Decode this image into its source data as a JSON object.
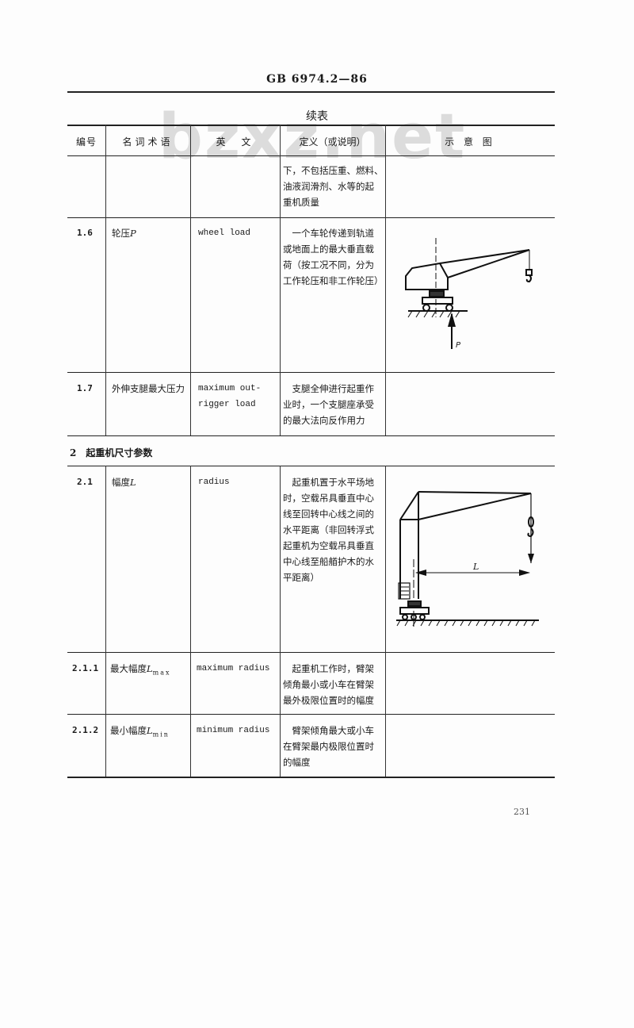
{
  "header": {
    "doc_code": "GB 6974.2—86",
    "continued": "续表"
  },
  "watermark": "bzxz.net",
  "columns": [
    "编号",
    "名词术语",
    "英　文",
    "定义（或说明）",
    "示 意 图"
  ],
  "rows": [
    {
      "num": "",
      "term": "",
      "term_var": "",
      "term_sub": "",
      "english": [],
      "definition": [
        "下，不包括压重、燃料、",
        "油液润滑剂、水等的起",
        "重机质量"
      ]
    },
    {
      "num": "1.6",
      "term": "轮压",
      "term_var": "P",
      "term_sub": "",
      "english": [
        "wheel  load"
      ],
      "definition": [
        "　一个车轮传递到轨道",
        "或地面上的最大垂直载",
        "荷（按工况不同，分为",
        "工作轮压和非工作轮压）"
      ]
    },
    {
      "num": "1.7",
      "term": "外伸支腿最大压力",
      "term_var": "",
      "term_sub": "",
      "english": [
        "maximum  out-",
        "rigger  load"
      ],
      "definition": [
        "　支腿全伸进行起重作",
        "业时，一个支腿座承受",
        "的最大法向反作用力"
      ]
    },
    {
      "num": "2.1",
      "term": "幅度",
      "term_var": "L",
      "term_sub": "",
      "english": [
        "radius"
      ],
      "definition": [
        "　起重机置于水平场地",
        "时，空载吊具垂直中心",
        "线至回转中心线之间的",
        "水平距离（非回转浮式",
        "起重机为空载吊具垂直",
        "中心线至船艏护木的水",
        "平距离）"
      ]
    },
    {
      "num": "2.1.1",
      "term": "最大幅度",
      "term_var": "L",
      "term_sub": "max",
      "english": [
        "maximum  radius"
      ],
      "definition": [
        "　起重机工作时，臂架",
        "倾角最小或小车在臂架",
        "最外极限位置时的幅度"
      ]
    },
    {
      "num": "2.1.2",
      "term": "最小幅度",
      "term_var": "L",
      "term_sub": "min",
      "english": [
        "minimum  radius"
      ],
      "definition": [
        "　臂架倾角最大或小车",
        "在臂架最内极限位置时",
        "的幅度"
      ]
    }
  ],
  "section": {
    "num": "2",
    "title": "起重机尺寸参数"
  },
  "diagrams": {
    "wheel_load_label": "P",
    "radius_label": "L"
  },
  "page_number": "231"
}
